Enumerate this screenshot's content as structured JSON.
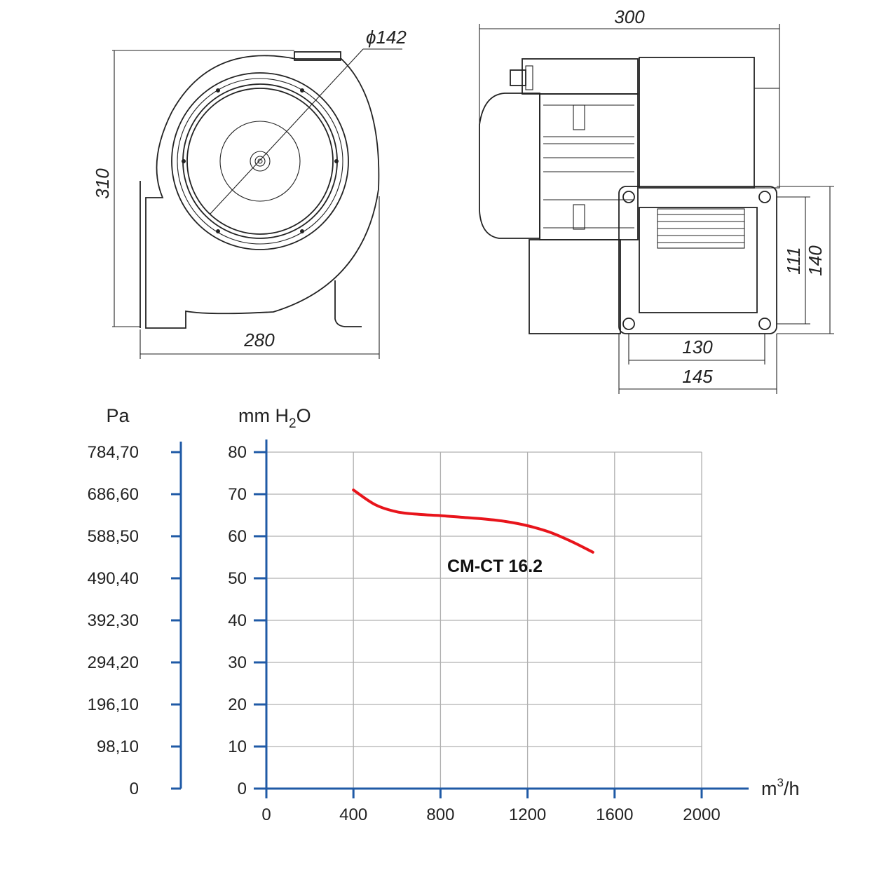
{
  "drawing": {
    "dims": {
      "diameter": "ϕ142",
      "width_300": "300",
      "height_310": "310",
      "width_280": "280",
      "dim_130": "130",
      "dim_145": "145",
      "dim_111": "111",
      "dim_140": "140"
    }
  },
  "chart_data": {
    "type": "line",
    "x_unit_base": "m",
    "x_unit_exp": "3",
    "x_unit_rest": "/h",
    "y_left_label": "Pa",
    "y_right_label_prefix": "mm H",
    "y_right_label_sub": "2",
    "y_right_label_suffix": "O",
    "xlim": [
      0,
      2200
    ],
    "ylim": [
      0,
      80
    ],
    "x_ticks": [
      "0",
      "400",
      "800",
      "1200",
      "1600",
      "2000"
    ],
    "x_tick_values": [
      0,
      400,
      800,
      1200,
      1600,
      2000
    ],
    "y_ticks": [
      "0",
      "10",
      "20",
      "30",
      "40",
      "50",
      "60",
      "70",
      "80"
    ],
    "y_tick_values": [
      0,
      10,
      20,
      30,
      40,
      50,
      60,
      70,
      80
    ],
    "pa_ticks": [
      "0",
      "98,10",
      "196,10",
      "294,20",
      "392,30",
      "490,40",
      "588,50",
      "686,60",
      "784,70"
    ],
    "grid": true,
    "series": [
      {
        "name": "CM-CT 16.2",
        "color": "#e8141b",
        "x": [
          400,
          500,
          600,
          700,
          800,
          900,
          1000,
          1100,
          1200,
          1300,
          1400,
          1500
        ],
        "y": [
          71,
          67.5,
          65.8,
          65.2,
          64.9,
          64.5,
          64.1,
          63.5,
          62.5,
          61.0,
          58.8,
          56.2
        ]
      }
    ]
  }
}
